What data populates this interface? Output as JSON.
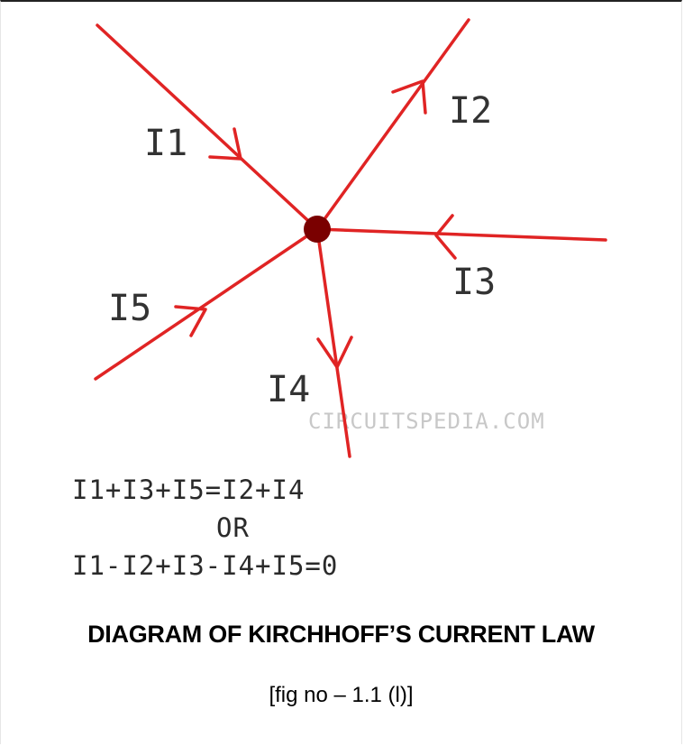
{
  "diagram": {
    "colors": {
      "wire": "#e02424",
      "node": "#7a0000",
      "label": "#333333",
      "watermark": "#c8c8c8"
    },
    "labels": {
      "i1": "I1",
      "i2": "I2",
      "i3": "I3",
      "i4": "I4",
      "i5": "I5"
    },
    "watermark": "CIRCUITSPEDIA.COM"
  },
  "equations": {
    "line1": "I1+I3+I5=I2+I4",
    "or": "OR",
    "line2": "I1-I2+I3-I4+I5=0"
  },
  "caption": {
    "title": "DIAGRAM OF KIRCHHOFF’S CURRENT LAW",
    "fig": "[fig no – 1.1 (l)]"
  }
}
